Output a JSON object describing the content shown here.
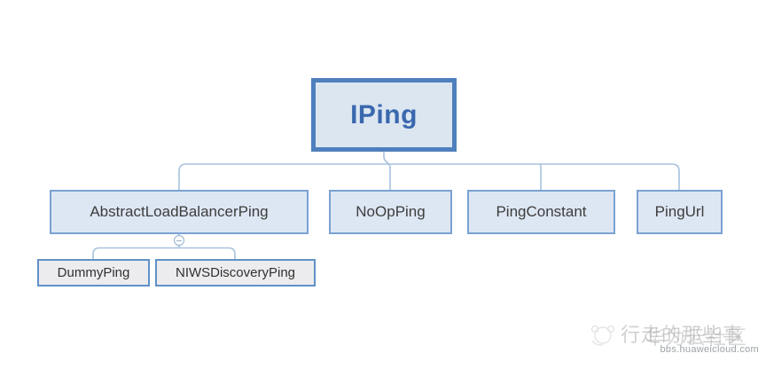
{
  "diagram": {
    "root": {
      "label": "IPing"
    },
    "level2": [
      {
        "label": "AbstractLoadBalancerPing"
      },
      {
        "label": "NoOpPing"
      },
      {
        "label": "PingConstant"
      },
      {
        "label": "PingUrl"
      }
    ],
    "level3": [
      {
        "label": "DummyPing"
      },
      {
        "label": "NIWSDiscoveryPing"
      }
    ],
    "collapse_icon_state": "collapsed-minus"
  },
  "watermark": {
    "text_primary": "行走的那些事",
    "text_secondary": "华为云社区",
    "url": "bbs.huaweicloud.com"
  },
  "colors": {
    "root_border": "#4e80bd",
    "root_fill": "#dce6f1",
    "root_text": "#3a68ae",
    "node_border": "#7ba2d3",
    "node_fill": "#dde7f3",
    "node_text": "#3d3d3d",
    "leaf_border": "#6092c8",
    "leaf_fill": "#ececee",
    "leaf_text": "#303030",
    "connector": "#a7c1de"
  }
}
